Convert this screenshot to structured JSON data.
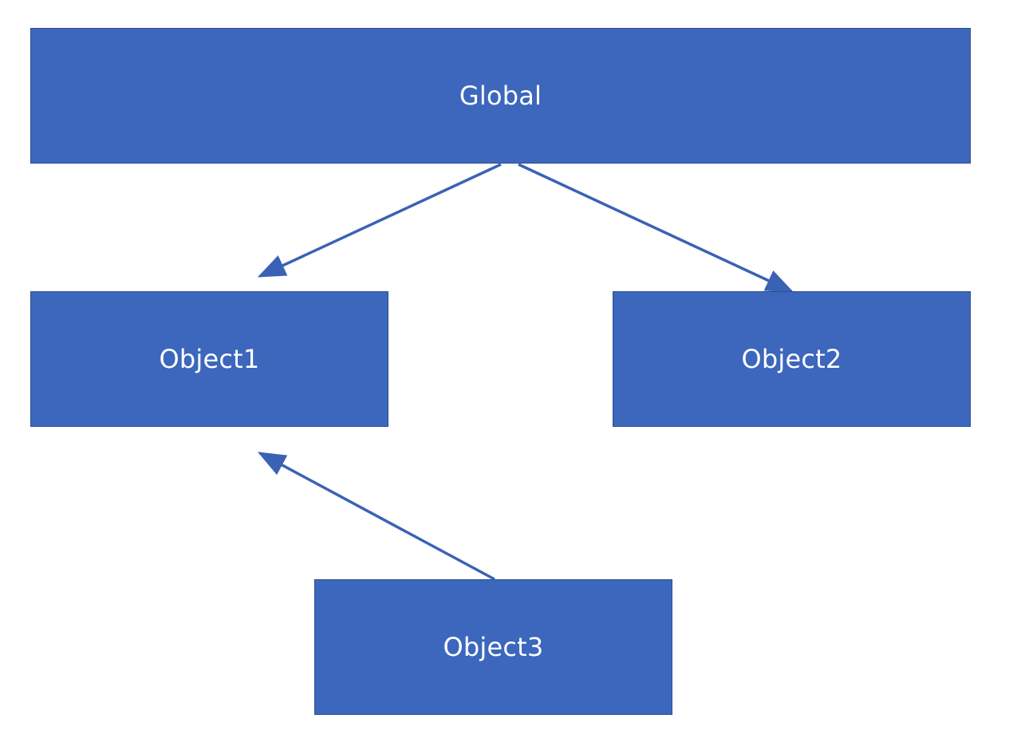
{
  "nodes": {
    "global": {
      "label": "Global"
    },
    "object1": {
      "label": "Object1"
    },
    "object2": {
      "label": "Object2"
    },
    "object3": {
      "label": "Object3"
    }
  },
  "edges": [
    {
      "from": "global",
      "to": "object1"
    },
    {
      "from": "global",
      "to": "object2"
    },
    {
      "from": "object3",
      "to": "object1"
    }
  ],
  "colors": {
    "node_fill": "#3c67bd",
    "node_border": "#2f4f8f",
    "edge": "#3a62b4",
    "label": "#ffffff",
    "background": "#ffffff"
  }
}
